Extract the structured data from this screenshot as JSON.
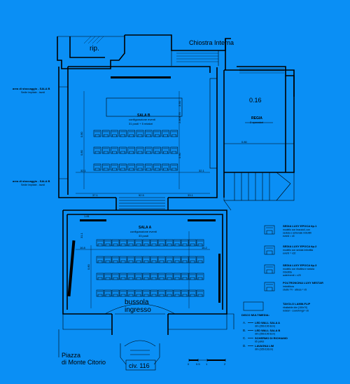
{
  "labels": {
    "rip": "rip.",
    "chiostra": "Chiostra Interna",
    "height_016": "0.16",
    "regia_title": "REGIA",
    "regia_sub": "2 operatori",
    "sala_b_title": "SALA B",
    "sala_b_sub1": "configurazione eventi",
    "sala_b_sub2": "31 posti + 5 relatori",
    "sala_a_title": "SALA A",
    "sala_a_sub1": "configurazione eventi",
    "sala_a_sub2": "33 posti",
    "area_b1_title": "area di stoccaggio - SALA B",
    "area_b1_sub": "Sedie impilate - tavoli",
    "area_b2_title": "area di stoccaggio - SALA B",
    "area_b2_sub": "Sedie impilate - tavoli",
    "bussola": "bussola",
    "ingresso": "ingresso",
    "piazza1": "Piazza",
    "piazza2": "di Monte Citorio",
    "civ": "civ. 116"
  },
  "legend": {
    "items": [
      {
        "title": "SEDIA LUXY EPOCA tip.1",
        "lines": [
          "modello con braccioli, con",
          "seduta e schienale imbottiti",
          "eventi = x5"
        ]
      },
      {
        "title": "SEDIA LUXY EPOCA tip.2",
        "lines": [
          "modello con seduta imbottita",
          "eventi = x32"
        ]
      },
      {
        "title": "SEDIA LUXY EPOCA tip.3",
        "lines": [
          "modello con ribaltina e seduta",
          "imbottita",
          "aule/eventi = x20"
        ]
      },
      {
        "title": "POLTRONCINA LUXY NESTAR",
        "lines": [
          "imbottitura",
          "studio TV - attesa = x5"
        ]
      },
      {
        "title": "TAVOLO LAMM-FLIP",
        "lines": [
          "ribaltabile dim (180x70)",
          "relatori - coworkings= x6"
        ]
      }
    ],
    "multimedia_title": "DISCO MULTIMEDIA:",
    "multimedia": [
      {
        "code": "A",
        "title": "LED WALL SALA A",
        "sub": "dim (356x196 8cm)"
      },
      {
        "code": "B",
        "title": "LED WALL SALA B",
        "sub": "dim (356x196 8cm)"
      },
      {
        "code": "C",
        "title": "SCHERMO DI RICHIAMO",
        "sub": "65 pollici"
      },
      {
        "code": "D",
        "title": "LAVAGNA LIM",
        "sub": "dim (165x116cm)"
      }
    ]
  },
  "dimensions": {
    "sala_b_top_width": "9.76",
    "sala_b_height": "3.50",
    "sala_b_h1": "2.80",
    "sala_b_h2": "0.80",
    "sala_b_h3": "0.80",
    "sala_b_h4": "0.90",
    "sala_b_aisle": "32.1",
    "sala_b_aisle_right": "32.1",
    "mid_left": "37.1",
    "mid_center": "52.5",
    "mid_right": "33.1",
    "sala_a_top": "31.1",
    "sala_a_w": "1.81",
    "sala_a_left": "16.8",
    "sala_a_right": "16.2",
    "row_gap": "0.80",
    "regia_w": "0.80"
  },
  "scale_bar": [
    "0",
    "0.5",
    "1",
    "2"
  ]
}
